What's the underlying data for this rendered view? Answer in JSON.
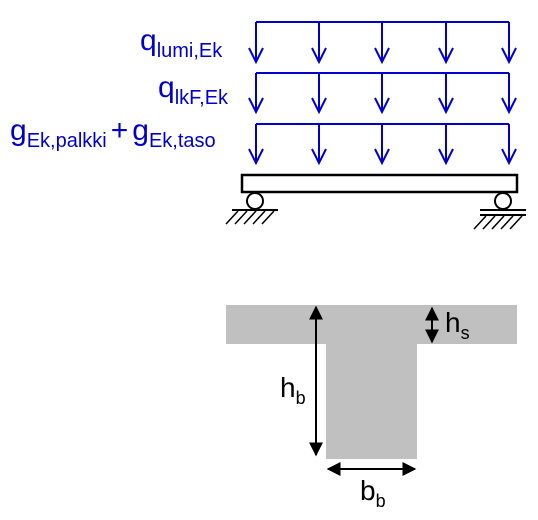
{
  "loads": [
    {
      "symbol": "q",
      "subscript": "lumi,Ek"
    },
    {
      "symbol": "q",
      "subscript": "lkF,Ek"
    },
    {
      "symbol": "g",
      "subscript": "Ek,palkki",
      "plus": "+",
      "symbol2": "g",
      "subscript2": "Ek,taso"
    }
  ],
  "dimensions": {
    "hs": {
      "symbol": "h",
      "subscript": "s"
    },
    "hb": {
      "symbol": "h",
      "subscript": "b"
    },
    "bb": {
      "symbol": "b",
      "subscript": "b"
    }
  },
  "colors": {
    "load": "#0000cc",
    "section_fill": "#c0c0c0",
    "line": "#000000"
  }
}
